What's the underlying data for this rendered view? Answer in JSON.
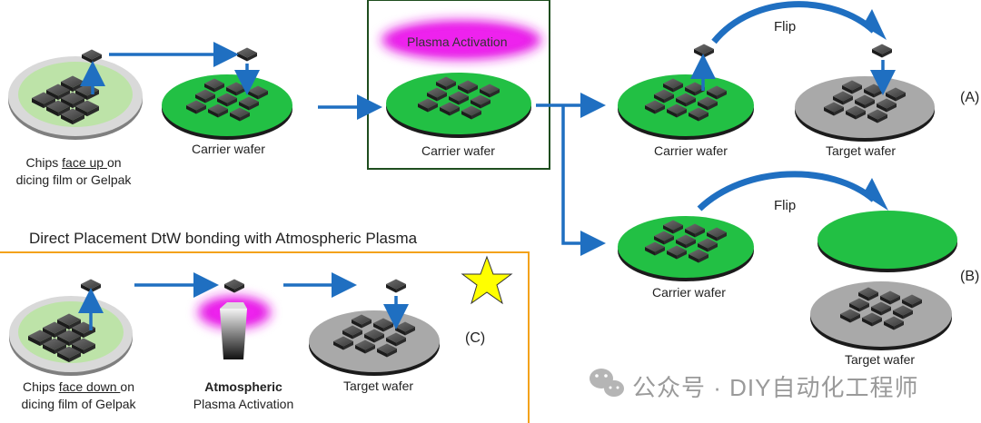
{
  "top_flow": {
    "source_label_line1_pre": "Chips ",
    "source_label_line1_u": "face up ",
    "source_label_line1_post": "on",
    "source_label_line2": "dicing film or Gelpak",
    "carrier_wafer_1": "Carrier wafer",
    "plasma_box_label": "Plasma Activation",
    "carrier_wafer_2": "Carrier wafer"
  },
  "branch_a": {
    "carrier_wafer": "Carrier wafer",
    "flip_label": "Flip",
    "target_wafer": "Target wafer",
    "tag": "(A)"
  },
  "branch_b": {
    "carrier_wafer": "Carrier wafer",
    "flip_label": "Flip",
    "target_wafer": "Target wafer",
    "tag": "(B)"
  },
  "section_c": {
    "title": "Direct Placement DtW bonding with Atmospheric Plasma",
    "source_label_line1_pre": "Chips ",
    "source_label_line1_u": "face down ",
    "source_label_line1_post": "on",
    "source_label_line2": "dicing film of Gelpak",
    "atm_label_line1": "Atmospheric",
    "atm_label_line2": "Plasma Activation",
    "target_wafer": "Target wafer",
    "tag": "(C)"
  },
  "watermark": "公众号 · DIY自动化工程师",
  "colors": {
    "arrow_blue": "#1f6fc1",
    "wafer_green": "#22c044",
    "wafer_gray": "#a9a9a9",
    "plasma_magenta": "#e01ee0",
    "box_border_green": "#1e4d1e",
    "box_border_orange": "#f3a21b",
    "star_yellow": "#ffff00"
  }
}
